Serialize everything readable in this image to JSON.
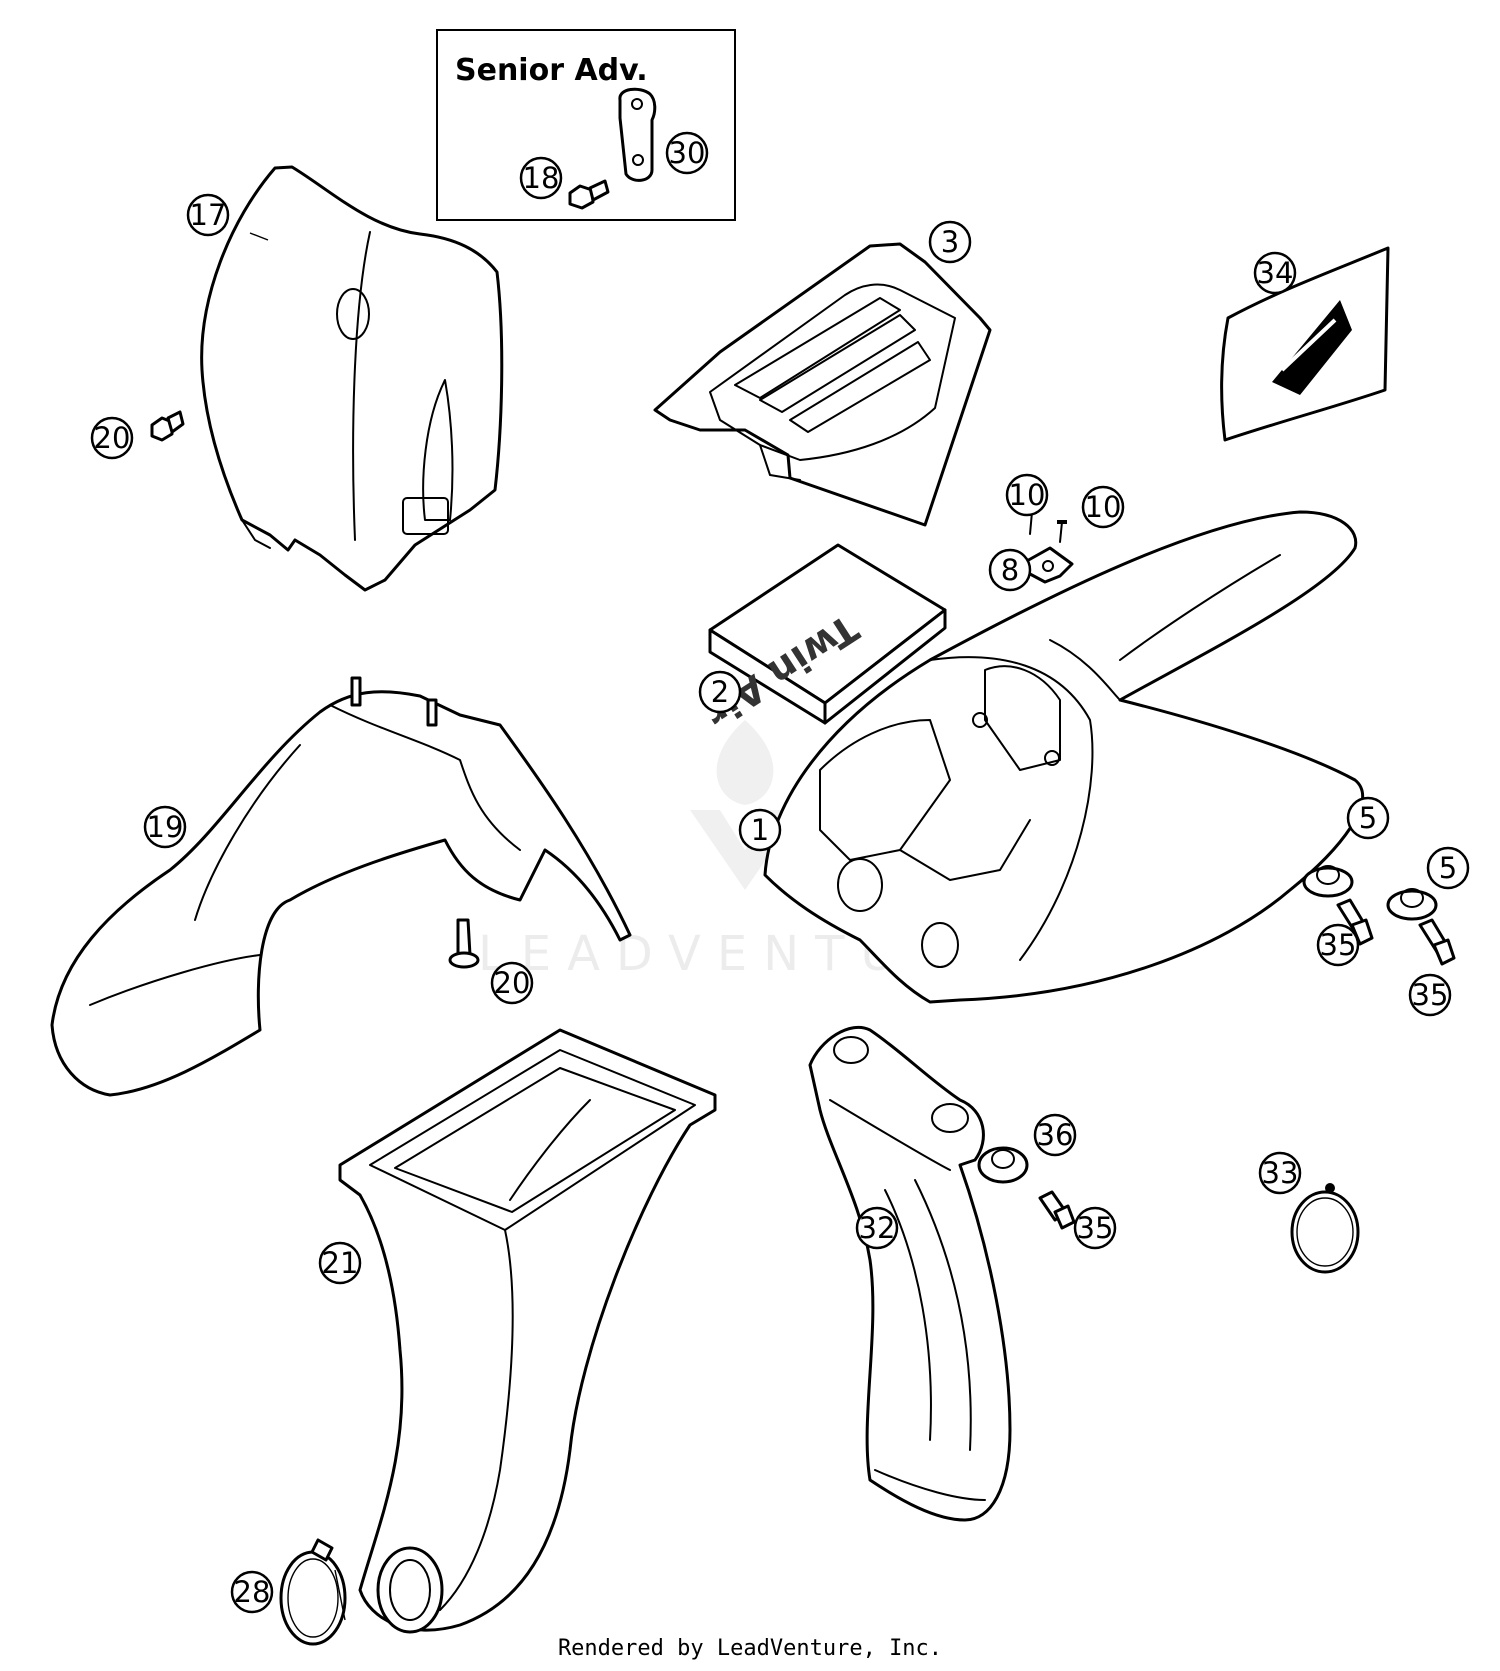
{
  "inset": {
    "title": "Senior Adv."
  },
  "callouts": {
    "c1": "1",
    "c2": "2",
    "c3": "3",
    "c5a": "5",
    "c5b": "5",
    "c8": "8",
    "c10a": "10",
    "c10b": "10",
    "c17": "17",
    "c18": "18",
    "c19": "19",
    "c20a": "20",
    "c20b": "20",
    "c21": "21",
    "c28": "28",
    "c30": "30",
    "c32": "32",
    "c33": "33",
    "c34": "34",
    "c35a": "35",
    "c35b": "35",
    "c35c": "35",
    "c36": "36"
  },
  "parts": {
    "filter_label": "Twin Air"
  },
  "watermark": {
    "text": "LEADVENTURE"
  },
  "footer": {
    "text": "Rendered by LeadVenture, Inc."
  }
}
